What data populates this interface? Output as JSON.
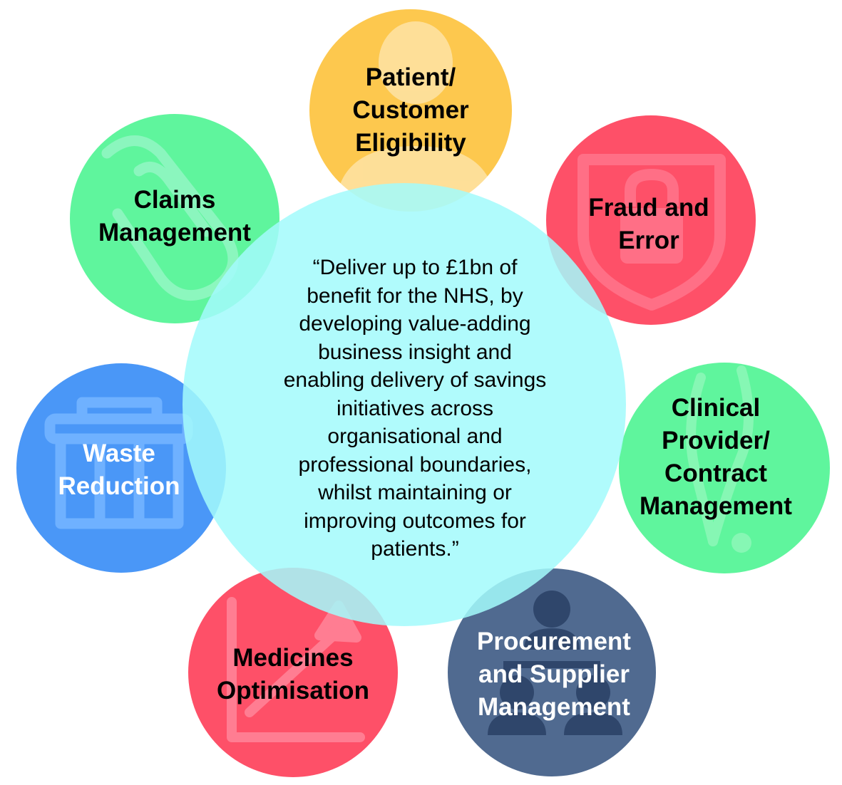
{
  "center": {
    "quote": "“Deliver up to £1bn of\nbenefit for the NHS, by\ndeveloping value-adding\nbusiness insight and\nenabling delivery of savings\ninitiatives across\norganisational and\nprofessional boundaries,\nwhilst maintaining or\nimproving outcomes for\npatients.”",
    "color": "#aafcfc"
  },
  "nodes": [
    {
      "id": "patient",
      "label": "Patient/\nCustomer\nEligibility",
      "color": "#fdc84e",
      "icon": "person-icon",
      "text_color": "#000000"
    },
    {
      "id": "fraud",
      "label": "Fraud and\nError",
      "color": "#fe5068",
      "icon": "padlock-shield-icon",
      "text_color": "#000000"
    },
    {
      "id": "clinical",
      "label": "Clinical\nProvider/\nContract\nManagement",
      "color": "#5ff59d",
      "icon": "stethoscope-icon",
      "text_color": "#000000"
    },
    {
      "id": "procurement",
      "label": "Procurement\nand Supplier\nManagement",
      "color": "#506a90",
      "icon": "people-hierarchy-icon",
      "text_color": "#ffffff"
    },
    {
      "id": "medicines",
      "label": "Medicines\nOptimisation",
      "color": "#fe5068",
      "icon": "growth-chart-icon",
      "text_color": "#000000"
    },
    {
      "id": "waste",
      "label": "Waste\nReduction",
      "color": "#4a97f7",
      "icon": "bin-icon",
      "text_color": "#ffffff"
    },
    {
      "id": "claims",
      "label": "Claims\nManagement",
      "color": "#5ff59d",
      "icon": "paperclip-icon",
      "text_color": "#000000"
    }
  ]
}
